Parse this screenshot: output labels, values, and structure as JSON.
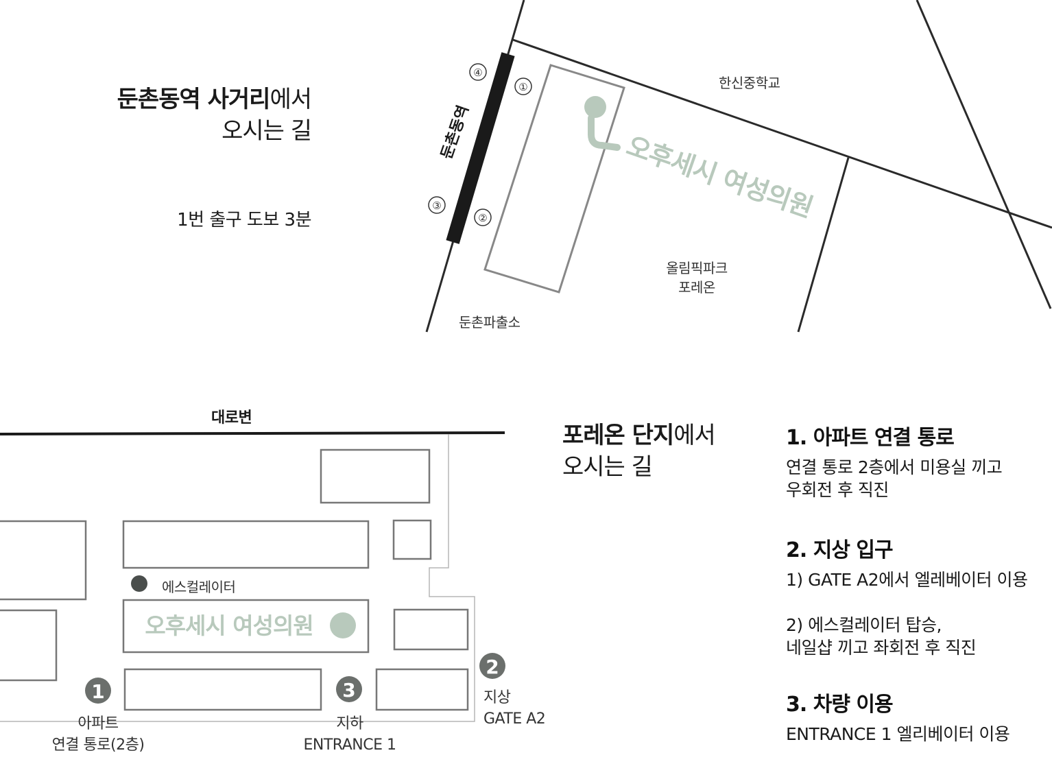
{
  "top_map": {
    "title_bold": "둔촌동역 사거리",
    "title_rest": "에서",
    "title_line2": "오시는 길",
    "exit_note": "1번 출구 도보 3분",
    "station_label": "둔촌동역",
    "exit_numbers": [
      "④",
      "①",
      "③",
      "②"
    ],
    "clinic_label": "오후세시 여성의원",
    "landmarks": {
      "school": "한신중학교",
      "complex_line1": "올림픽파크",
      "complex_line2": "포레온",
      "police": "둔촌파출소"
    }
  },
  "bottom_map": {
    "title_bold": "포레온 단지",
    "title_rest": "에서",
    "title_line2": "오시는 길",
    "road_label": "대로변",
    "escalator_label": "에스컬레이터",
    "clinic_label": "오후세시 여성의원",
    "markers": [
      {
        "num": "1",
        "line1": "아파트",
        "line2": "연결 통로(2층)"
      },
      {
        "num": "3",
        "line1": "지하",
        "line2": "ENTRANCE 1"
      },
      {
        "num": "2",
        "line1": "지상",
        "line2": "GATE A2"
      }
    ]
  },
  "steps": [
    {
      "title": "1. 아파트 연결 통로",
      "lines": [
        "연결 통로 2층에서 미용실 끼고",
        "우회전 후 직진"
      ]
    },
    {
      "title": "2. 지상 입구",
      "lines": [
        "1) GATE A2에서 엘레베이터 이용",
        "",
        "2) 에스컬레이터 탑승,",
        "네일샵 끼고 좌회전 후 직진"
      ]
    },
    {
      "title": "3. 차량 이용",
      "lines": [
        "ENTRANCE 1 엘리베이터 이용"
      ]
    }
  ],
  "colors": {
    "accent": "#b8c9bc",
    "line": "#2a2a2a",
    "marker": "#6b6f6c",
    "escalator_dot": "#4a4e4c"
  }
}
